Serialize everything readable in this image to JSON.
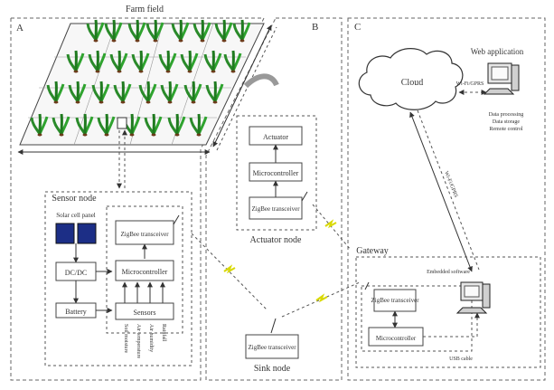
{
  "panels": {
    "a_label": "A",
    "b_label": "B",
    "c_label": "C"
  },
  "farm": {
    "title": "Farm field"
  },
  "sensor_node": {
    "title": "Sensor node",
    "solar_label": "Solar cell panel",
    "dcdc": "DC/DC",
    "battery": "Battery",
    "zigbee": "ZigBee transceiver",
    "microcontroller": "Microcontroller",
    "sensors_block": "Sensors",
    "sensor_names": [
      "Soil moisture",
      "Air temperature",
      "Air humidity",
      "Rainfall"
    ]
  },
  "actuator_node": {
    "title": "Actuator node",
    "actuator": "Actuator",
    "microcontroller": "Microcontroller",
    "zigbee": "ZigBee transceiver"
  },
  "sink_node": {
    "title": "Sink node",
    "zigbee": "ZigBee transceiver"
  },
  "cloud": {
    "label": "Cloud"
  },
  "web_app": {
    "title": "Web application",
    "link_label": "Wi-Fi/GPRS",
    "notes": [
      "Data processing",
      "Data storage",
      "Remote control"
    ]
  },
  "gateway": {
    "title": "Gateway",
    "uplink_label": "Wi-Fi/GPRS",
    "desktop_label": "Embedded software",
    "zigbee": "ZigBee transceiver",
    "microcontroller": "Microcontroller",
    "usb_label": "USB cable"
  }
}
